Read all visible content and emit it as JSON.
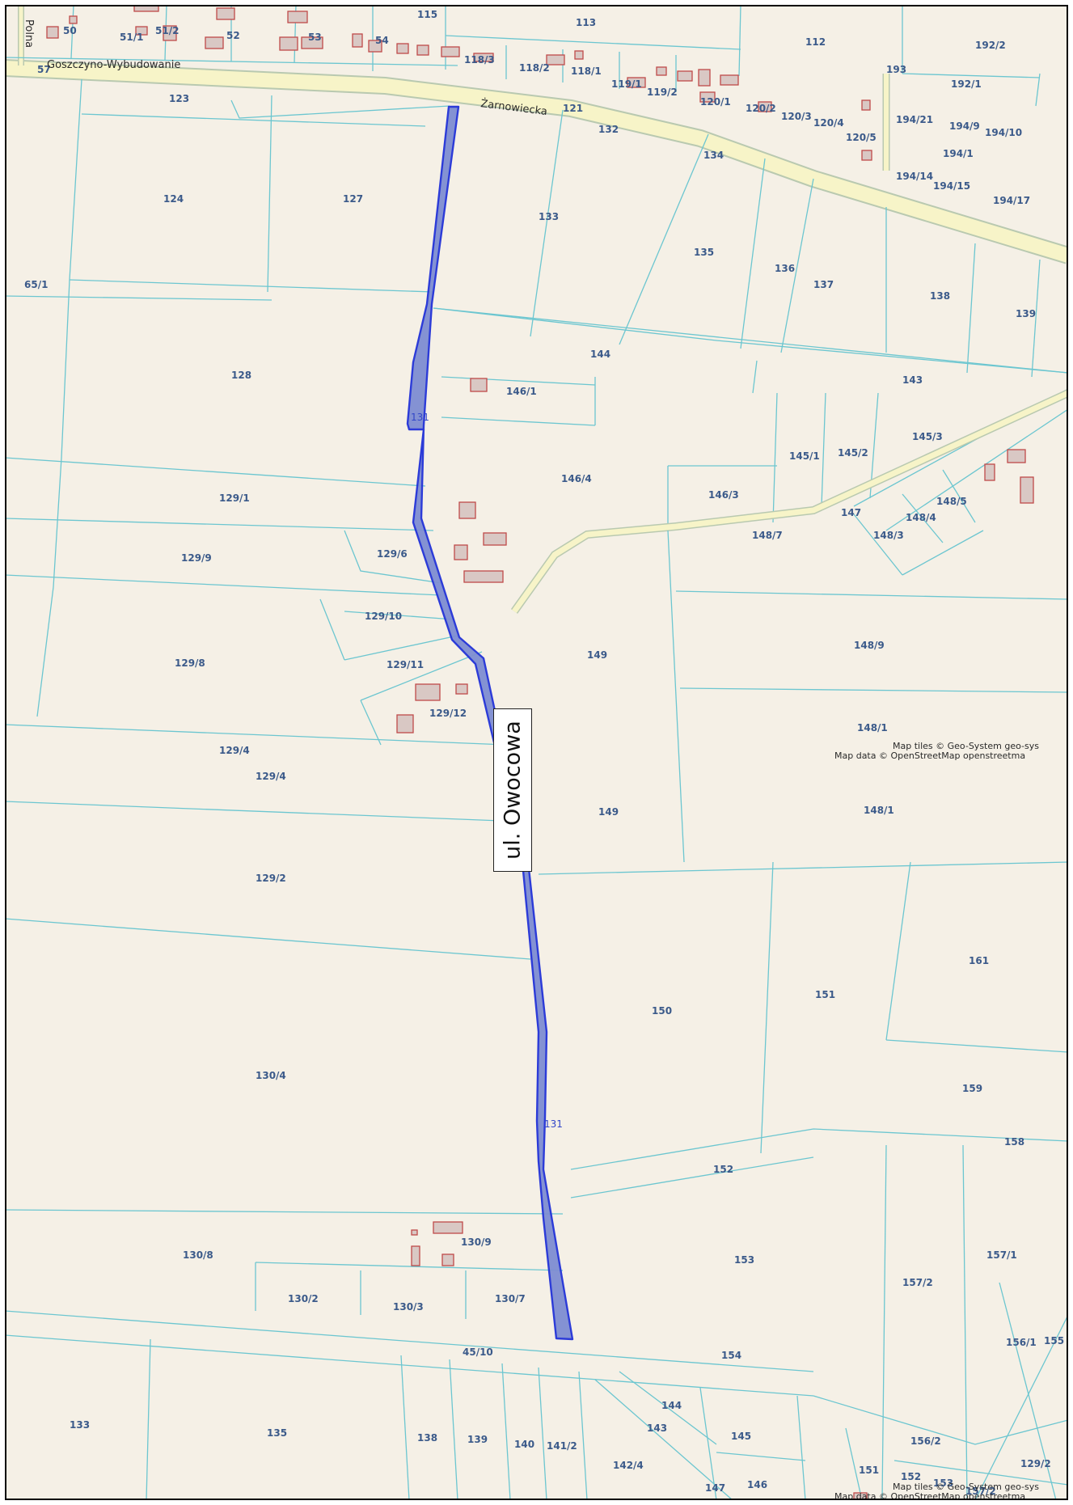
{
  "map": {
    "highlight_label": "ul. Owocowa",
    "streets": [
      {
        "id": "zarnowiecka",
        "name": "Żarnowiecka"
      },
      {
        "id": "goszczyno",
        "name": "Goszczyno-Wybudowanie"
      },
      {
        "id": "polna",
        "name": "Polna"
      }
    ],
    "attribution": {
      "tiles": "Map tiles © Geo-System geo-sys",
      "data": "Map data © OpenStreetMap openstreetma"
    },
    "parcels": [
      {
        "id": "50",
        "label": "50"
      },
      {
        "id": "51_1",
        "label": "51/1"
      },
      {
        "id": "51_2",
        "label": "51/2"
      },
      {
        "id": "52",
        "label": "52"
      },
      {
        "id": "53",
        "label": "53"
      },
      {
        "id": "54",
        "label": "54"
      },
      {
        "id": "57",
        "label": "57"
      },
      {
        "id": "115",
        "label": "115"
      },
      {
        "id": "113",
        "label": "113"
      },
      {
        "id": "112",
        "label": "112"
      },
      {
        "id": "192_2",
        "label": "192/2"
      },
      {
        "id": "193",
        "label": "193"
      },
      {
        "id": "192_1",
        "label": "192/1"
      },
      {
        "id": "118_3",
        "label": "118/3"
      },
      {
        "id": "118_2",
        "label": "118/2"
      },
      {
        "id": "118_1",
        "label": "118/1"
      },
      {
        "id": "119_1",
        "label": "119/1"
      },
      {
        "id": "119_2",
        "label": "119/2"
      },
      {
        "id": "120_1",
        "label": "120/1"
      },
      {
        "id": "120_2",
        "label": "120/2"
      },
      {
        "id": "120_3",
        "label": "120/3"
      },
      {
        "id": "120_4",
        "label": "120/4"
      },
      {
        "id": "120_5",
        "label": "120/5"
      },
      {
        "id": "194_21",
        "label": "194/21"
      },
      {
        "id": "194_9",
        "label": "194/9"
      },
      {
        "id": "194_10",
        "label": "194/10"
      },
      {
        "id": "194_1",
        "label": "194/1"
      },
      {
        "id": "194_14",
        "label": "194/14"
      },
      {
        "id": "194_15",
        "label": "194/15"
      },
      {
        "id": "194_17",
        "label": "194/17"
      },
      {
        "id": "123",
        "label": "123"
      },
      {
        "id": "121",
        "label": "121"
      },
      {
        "id": "132",
        "label": "132"
      },
      {
        "id": "134",
        "label": "134"
      },
      {
        "id": "124",
        "label": "124"
      },
      {
        "id": "127",
        "label": "127"
      },
      {
        "id": "133a",
        "label": "133"
      },
      {
        "id": "135a",
        "label": "135"
      },
      {
        "id": "136",
        "label": "136"
      },
      {
        "id": "137",
        "label": "137"
      },
      {
        "id": "138a",
        "label": "138"
      },
      {
        "id": "139a",
        "label": "139"
      },
      {
        "id": "65_1",
        "label": "65/1"
      },
      {
        "id": "128",
        "label": "128"
      },
      {
        "id": "144a",
        "label": "144"
      },
      {
        "id": "143a",
        "label": "143"
      },
      {
        "id": "146_1",
        "label": "146/1"
      },
      {
        "id": "145_3",
        "label": "145/3"
      },
      {
        "id": "145_1",
        "label": "145/1"
      },
      {
        "id": "145_2",
        "label": "145/2"
      },
      {
        "id": "146_4",
        "label": "146/4"
      },
      {
        "id": "146_3",
        "label": "146/3"
      },
      {
        "id": "148_5",
        "label": "148/5"
      },
      {
        "id": "147a",
        "label": "147"
      },
      {
        "id": "148_4",
        "label": "148/4"
      },
      {
        "id": "148_3",
        "label": "148/3"
      },
      {
        "id": "148_7",
        "label": "148/7"
      },
      {
        "id": "129_1",
        "label": "129/1"
      },
      {
        "id": "129_9",
        "label": "129/9"
      },
      {
        "id": "129_6",
        "label": "129/6"
      },
      {
        "id": "129_10",
        "label": "129/10"
      },
      {
        "id": "129_11",
        "label": "129/11"
      },
      {
        "id": "129_12",
        "label": "129/12"
      },
      {
        "id": "129_8",
        "label": "129/8"
      },
      {
        "id": "149a",
        "label": "149"
      },
      {
        "id": "148_9",
        "label": "148/9"
      },
      {
        "id": "148_1a",
        "label": "148/1"
      },
      {
        "id": "129_4a",
        "label": "129/4"
      },
      {
        "id": "129_4b",
        "label": "129/4"
      },
      {
        "id": "149b",
        "label": "149"
      },
      {
        "id": "148_1b",
        "label": "148/1"
      },
      {
        "id": "129_2",
        "label": "129/2"
      },
      {
        "id": "161",
        "label": "161"
      },
      {
        "id": "151a",
        "label": "151"
      },
      {
        "id": "150",
        "label": "150"
      },
      {
        "id": "130_4",
        "label": "130/4"
      },
      {
        "id": "159",
        "label": "159"
      },
      {
        "id": "158",
        "label": "158"
      },
      {
        "id": "152a",
        "label": "152"
      },
      {
        "id": "130_9",
        "label": "130/9"
      },
      {
        "id": "130_8",
        "label": "130/8"
      },
      {
        "id": "153a",
        "label": "153"
      },
      {
        "id": "157_1",
        "label": "157/1"
      },
      {
        "id": "157_2a",
        "label": "157/2"
      },
      {
        "id": "130_2",
        "label": "130/2"
      },
      {
        "id": "130_3",
        "label": "130/3"
      },
      {
        "id": "130_7",
        "label": "130/7"
      },
      {
        "id": "156_1",
        "label": "156/1"
      },
      {
        "id": "155",
        "label": "155"
      },
      {
        "id": "45_10",
        "label": "45/10"
      },
      {
        "id": "154",
        "label": "154"
      },
      {
        "id": "144b",
        "label": "144"
      },
      {
        "id": "143b",
        "label": "143"
      },
      {
        "id": "145b",
        "label": "145"
      },
      {
        "id": "133b",
        "label": "133"
      },
      {
        "id": "135b",
        "label": "135"
      },
      {
        "id": "138b",
        "label": "138"
      },
      {
        "id": "139b",
        "label": "139"
      },
      {
        "id": "140",
        "label": "140"
      },
      {
        "id": "141_2",
        "label": "141/2"
      },
      {
        "id": "142_4",
        "label": "142/4"
      },
      {
        "id": "156_2",
        "label": "156/2"
      },
      {
        "id": "129_2b",
        "label": "129/2"
      },
      {
        "id": "146b",
        "label": "146"
      },
      {
        "id": "147b",
        "label": "147"
      },
      {
        "id": "151b",
        "label": "151"
      },
      {
        "id": "152b",
        "label": "152"
      },
      {
        "id": "153b",
        "label": "153"
      },
      {
        "id": "157_2b",
        "label": "157/2"
      },
      {
        "id": "131a",
        "label": "131"
      },
      {
        "id": "131b",
        "label": "131"
      }
    ]
  }
}
